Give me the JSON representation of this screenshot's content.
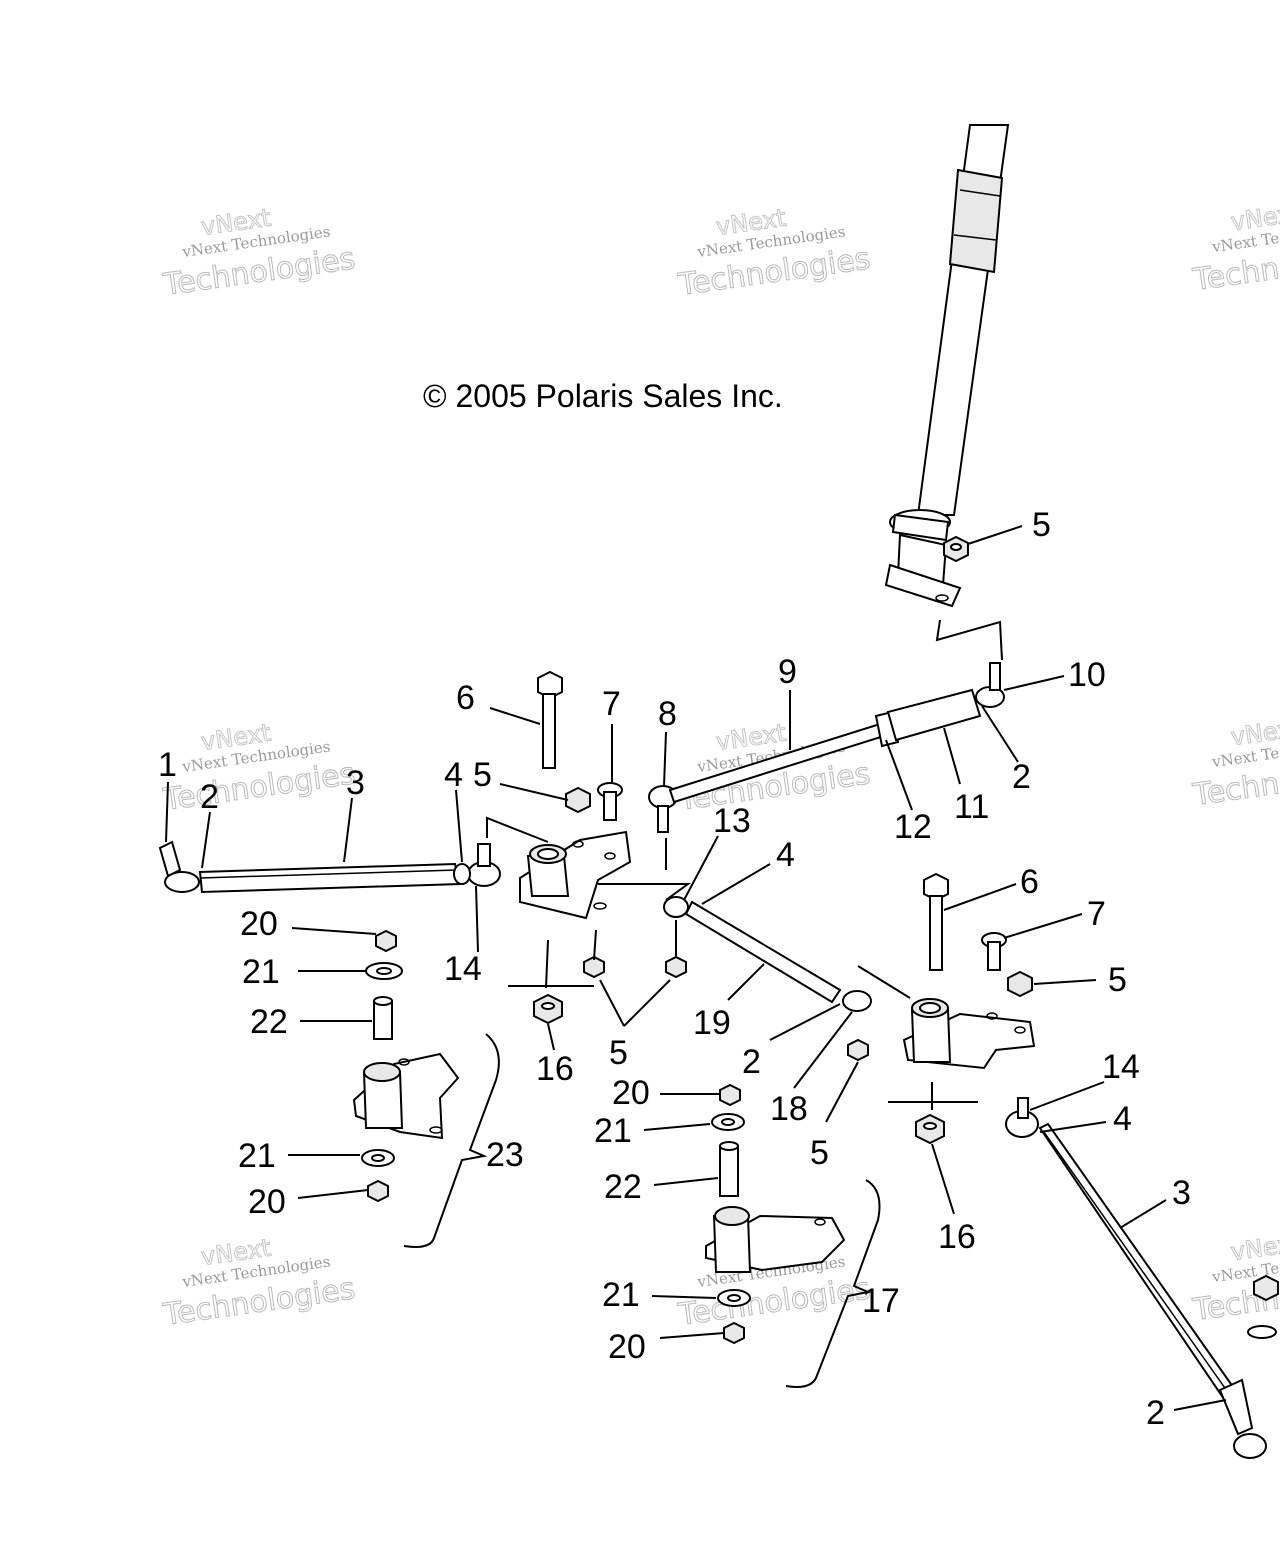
{
  "copyright": "© 2005 Polaris Sales Inc.",
  "watermark": {
    "line1": "vNext",
    "line2": "vNext Technologies",
    "line3": "Technologies"
  },
  "callouts": {
    "c1": "1",
    "c2a": "2",
    "c3a": "3",
    "c4a": "4",
    "c5a": "5",
    "c6a": "6",
    "c7a": "7",
    "c8": "8",
    "c9": "9",
    "c5top": "5",
    "c10": "10",
    "c2b": "2",
    "c11": "11",
    "c12": "12",
    "c13": "13",
    "c4b": "4",
    "c6b": "6",
    "c7b": "7",
    "c5b": "5",
    "c14a": "14",
    "c20a": "20",
    "c21a": "21",
    "c22a": "22",
    "c16a": "16",
    "c5c": "5",
    "c19": "19",
    "c2c": "2",
    "c18": "18",
    "c5d": "5",
    "c14b": "14",
    "c4c": "4",
    "c23": "23",
    "c21b": "21",
    "c20b": "20",
    "c20c": "20",
    "c21c": "21",
    "c22b": "22",
    "c16b": "16",
    "c3b": "3",
    "c17": "17",
    "c21d": "21",
    "c20d": "20",
    "c2d": "2"
  }
}
